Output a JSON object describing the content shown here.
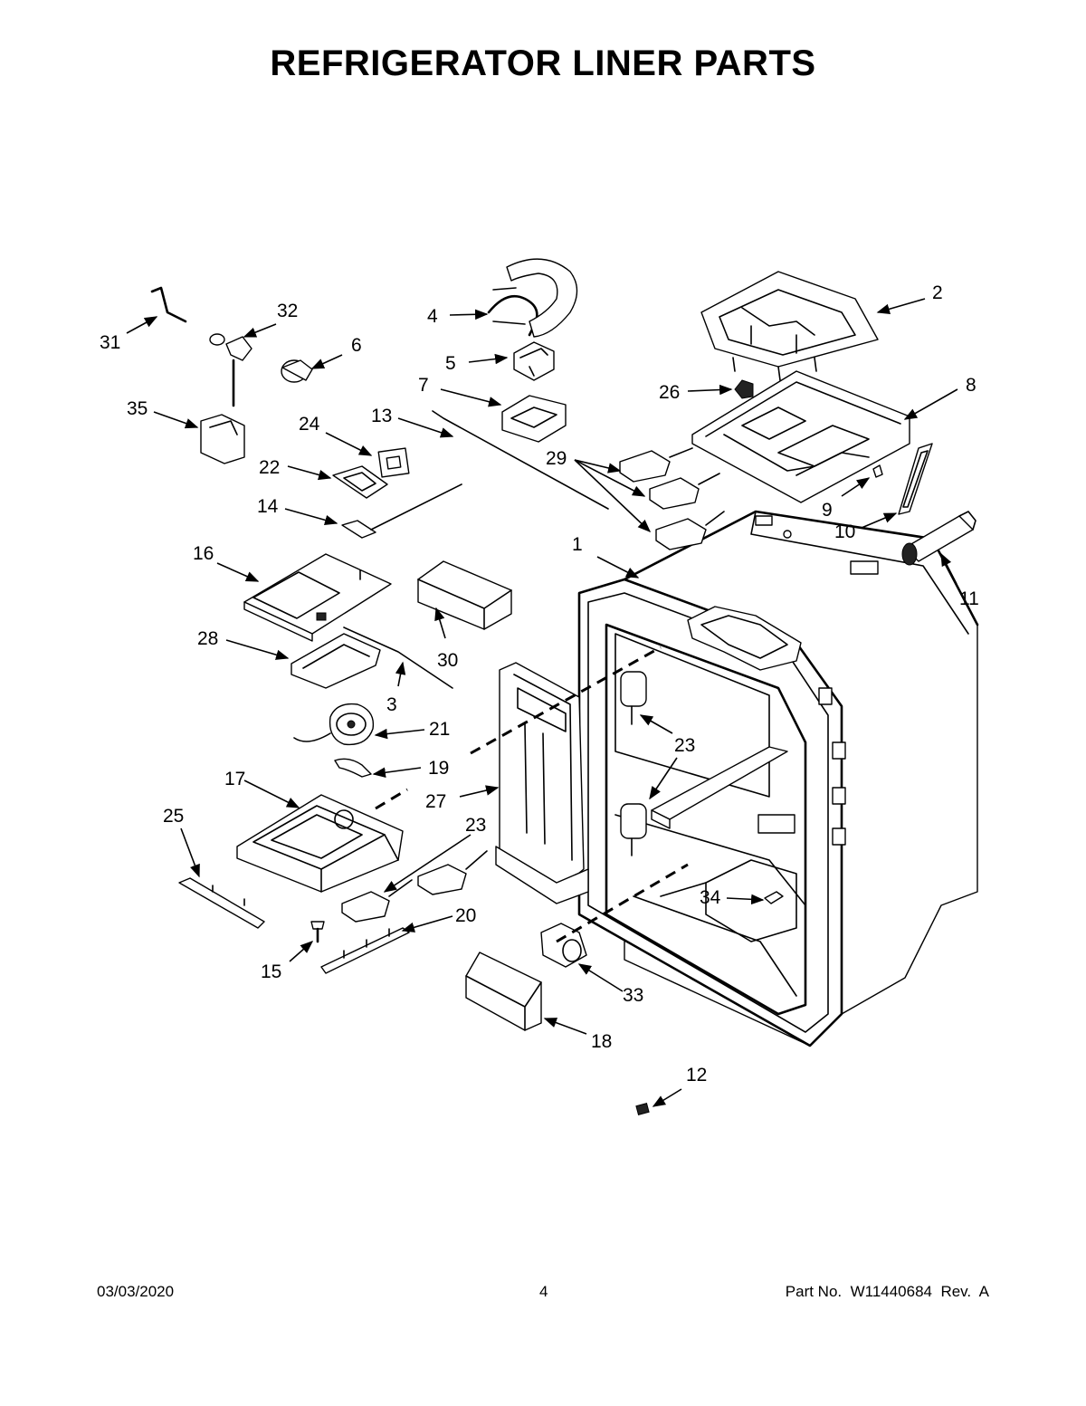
{
  "title": "REFRIGERATOR LINER PARTS",
  "footer": {
    "date": "03/03/2020",
    "page": "4",
    "part_number": "Part No.  W11440684  Rev.  A"
  },
  "callouts": [
    "1",
    "2",
    "3",
    "4",
    "5",
    "6",
    "7",
    "8",
    "9",
    "10",
    "11",
    "12",
    "13",
    "14",
    "15",
    "16",
    "17",
    "18",
    "19",
    "20",
    "21",
    "22",
    "23",
    "23",
    "24",
    "25",
    "26",
    "27",
    "28",
    "29",
    "30",
    "31",
    "32",
    "33",
    "34",
    "35"
  ]
}
